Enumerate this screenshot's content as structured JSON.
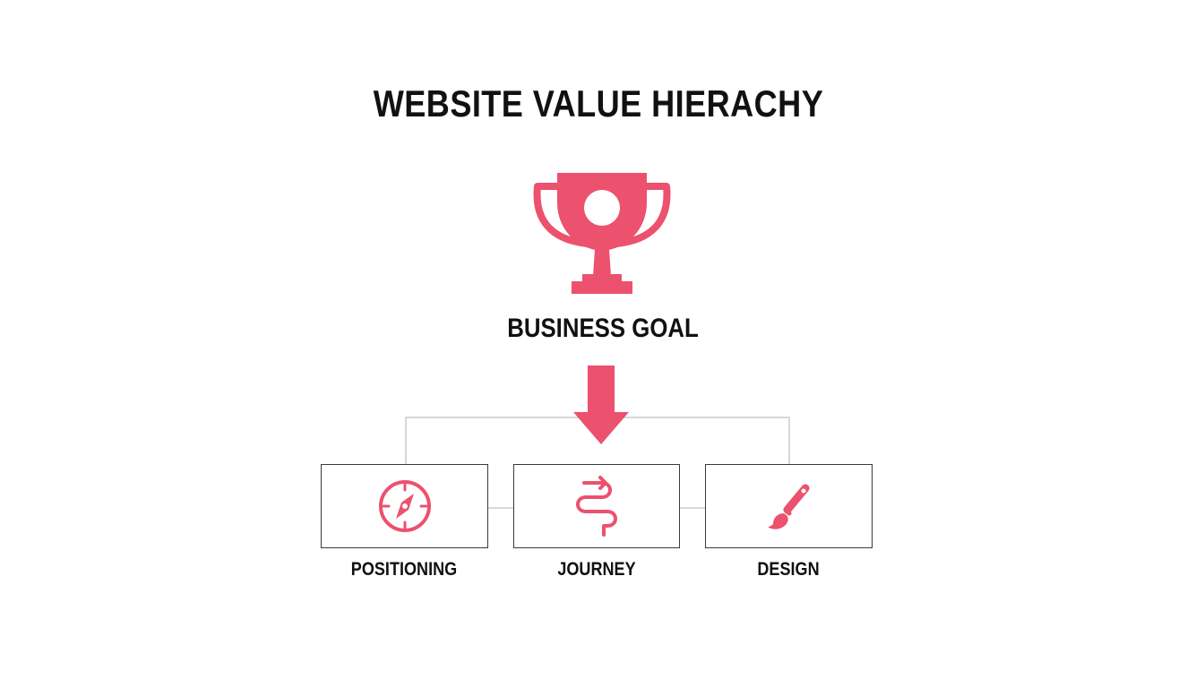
{
  "title": "WEBSITE VALUE HIERACHY",
  "goal": {
    "label": "BUSINESS GOAL",
    "icon": "trophy-icon"
  },
  "pillars": [
    {
      "label": "POSITIONING",
      "icon": "compass-icon"
    },
    {
      "label": "JOURNEY",
      "icon": "winding-path-icon"
    },
    {
      "label": "DESIGN",
      "icon": "paintbrush-icon"
    }
  ],
  "colors": {
    "accent": "#EC516E",
    "text": "#111111",
    "border": "#3A3A3A",
    "connector": "#CCCCCC"
  }
}
